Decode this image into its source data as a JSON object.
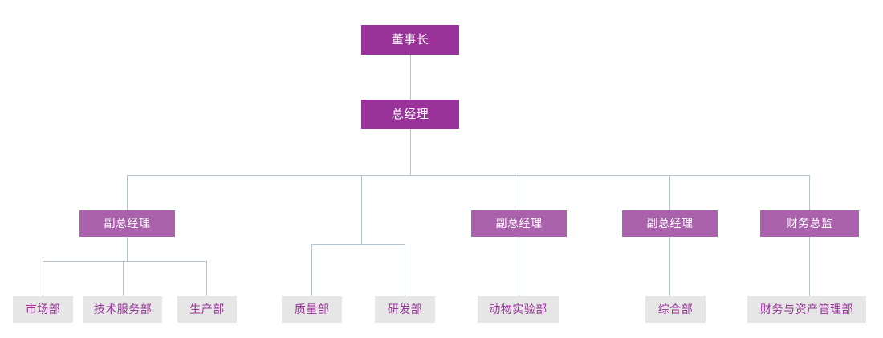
{
  "chart": {
    "type": "org-chart",
    "title": "",
    "colors": {
      "level1_fill": "#993399",
      "level1_text": "#ffffff",
      "level2_fill": "#a962ab",
      "level2_text": "#ffffff",
      "leaf_fill": "#e6e6e6",
      "leaf_text": "#993399",
      "connector": "#b3c4d1",
      "background": "#ffffff"
    },
    "nodes": {
      "chairman": {
        "label": "董事长",
        "level": 1
      },
      "general_manager": {
        "label": "总经理",
        "level": 1
      },
      "vp1": {
        "label": "副总经理",
        "level": 2
      },
      "vp2": {
        "label": "副总经理",
        "level": 2
      },
      "vp3": {
        "label": "副总经理",
        "level": 2
      },
      "cfo": {
        "label": "财务总监",
        "level": 2
      },
      "dept_marketing": {
        "label": "市场部",
        "level": 3
      },
      "dept_tech_service": {
        "label": "技术服务部",
        "level": 3
      },
      "dept_production": {
        "label": "生产部",
        "level": 3
      },
      "dept_quality": {
        "label": "质量部",
        "level": 3
      },
      "dept_rnd": {
        "label": "研发部",
        "level": 3
      },
      "dept_animal_lab": {
        "label": "动物实验部",
        "level": 3
      },
      "dept_general_affairs": {
        "label": "综合部",
        "level": 3
      },
      "dept_finance_asset": {
        "label": "财务与资产管理部",
        "level": 3
      }
    },
    "hierarchy": [
      {
        "node": "chairman",
        "children": [
          "general_manager"
        ]
      },
      {
        "node": "general_manager",
        "children": [
          "vp1",
          "quality_group",
          "vp2",
          "vp3",
          "cfo"
        ]
      },
      {
        "node": "vp1",
        "children": [
          "dept_marketing",
          "dept_tech_service",
          "dept_production"
        ]
      },
      {
        "node": "quality_group",
        "children": [
          "dept_quality",
          "dept_rnd"
        ]
      },
      {
        "node": "vp2",
        "children": [
          "dept_animal_lab"
        ]
      },
      {
        "node": "vp3",
        "children": [
          "dept_general_affairs"
        ]
      },
      {
        "node": "cfo",
        "children": [
          "dept_finance_asset"
        ]
      }
    ]
  }
}
